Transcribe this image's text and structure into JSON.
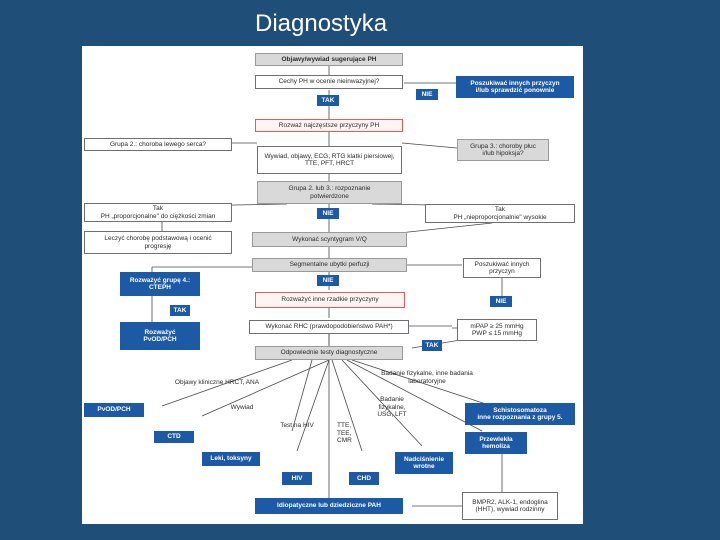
{
  "title": "Diagnostyka",
  "boxes": {
    "objawy": "Objawy/wywiad sugerujące PH",
    "cechy": "Cechy PH w ocenie nieinwazyjnej?",
    "poszukiwac1": "Poszukiwać innych przyczyn\ni/lub sprawdzić ponownie",
    "nie1": "NIE",
    "tak1": "TAK",
    "rozwaz": "Rozważ najczęstsze przyczyny PH",
    "grupa2": "Grupa 2.: choroba lewego serca?",
    "grupa3": "Grupa 3.: choroby płuc\ni/lub hipoksja?",
    "wywiad_badania": "Wywiad, objawy, ECG, RTG klatki piersiowej,\nTTE, PFT, HRCT",
    "grupa23": "Grupa 2. lub 3.: rozpoznanie\npotwierdzone",
    "tak_prop": "Tak\nPH „proporcjonalne\" do ciężkości zmian",
    "nie2": "NIE",
    "tak_nieprop": "Tak\nPH „nieproporcjonalnie\" wysokie",
    "leczyc": "Leczyć chorobę podstawową i ocenić\nprogresję",
    "wykonac_vq": "Wykonać scyntygram V/Q",
    "segmentalne": "Segmentalne ubytki perfuzji",
    "poszukiwac2": "Poszukiwać innych\nprzyczyn",
    "rozwazyc_cteph": "Rozważyć grupę 4.:\nCTEPH",
    "nie3": "NIE",
    "rzadkie": "Rozważyć inne rzadkie przyczyny",
    "nie4": "NIE",
    "tak2": "TAK",
    "pvod": "Rozważyć\nPvOD/PCH",
    "rhc": "Wykonać RHC (prawdopodobieństwo PAH*)",
    "mpap": "mPAP ≥ 25 mmHg\nPWP ≤ 15 mmHg",
    "tak3": "TAK",
    "odpowiednie": "Odpowiednie testy diagnostyczne",
    "pvod_pch": "PvOD/PCH",
    "ctd": "CTD",
    "leki": "Leki, toksyny",
    "hiv": "HIV",
    "chd": "CHD",
    "nadcisnienie": "Nadciśnienie\nwrotne",
    "schistosomatoza": "Schistosomatoza\ninne rozpoznania z grupy 5.",
    "hemoliza": "Przewlekła\nhemoliza",
    "bmpr2": "BMPR2, ALK-1, endoglina\n(HHT), wywiad rodzinny",
    "idiopatyczne": "Idiopatyczne lub dziedziczne PAH"
  },
  "labels": {
    "objawy_kliniczne": "Objawy kliniczne HRCT, ANA",
    "badanie_fizykalne": "Badanie fizykalne, inne badania\nlaboratoryjne",
    "wywiad": "Wywiad",
    "test_hiv": "Test na HIV",
    "tte": "TTE,\nTEE,\nCMR",
    "badanie_usg": "Badanie\nfizykalne,\nUSG, LFT"
  },
  "colors": {
    "background": "#1f4e79",
    "blue_box": "#1c5aa6",
    "pink_border": "#e35b5b"
  }
}
